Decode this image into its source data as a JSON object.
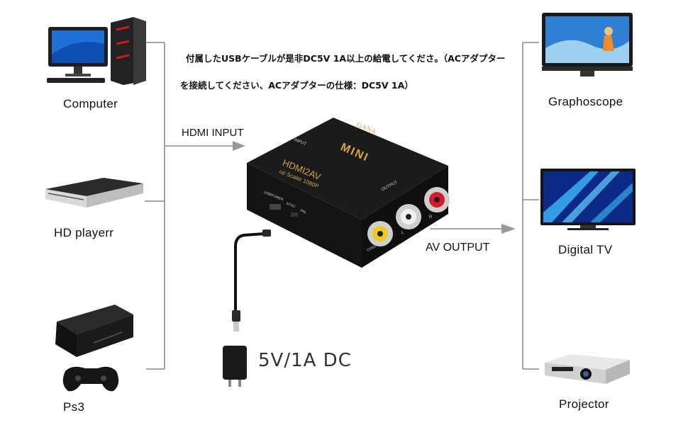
{
  "notes": {
    "line1": "付属したUSBケーブルが是非DC5V 1A以上の給電してくださ。（ACアダプター",
    "line2": "を接続してください、ACアダプターの仕様：DC5V 1A）"
  },
  "inputs": [
    {
      "label": "Computer",
      "icon": "desktop-computer-icon"
    },
    {
      "label": "HD playerr",
      "icon": "dvd-player-icon"
    },
    {
      "label": "Ps3",
      "icon": "game-console-icon"
    }
  ],
  "outputs": [
    {
      "label": "Graphoscope",
      "icon": "tv-icon"
    },
    {
      "label": "Digital  TV",
      "icon": "tv-icon"
    },
    {
      "label": "Projector",
      "icon": "projector-icon"
    }
  ],
  "hdmi_input_label": "HDMI INPUT",
  "av_output_label": "AV OUTPUT",
  "power_label": "5V/1A DC",
  "device": {
    "brand": "GANA",
    "model": "MINI",
    "name": "HDMI2AV",
    "subtitle": "up Scaler 1080P",
    "input_port": "INPUT",
    "output_port": "OUTPUT",
    "usb_power": "USBPOWER",
    "ntsc": "NTSC",
    "pal": "PAL",
    "cvbs": "CVBS",
    "left": "L",
    "right": "R"
  },
  "colors": {
    "bracket": "#8a8a8a",
    "arrow": "#9a9a9a",
    "device_body": "#1b1b1b",
    "gold_text": "#d4a640",
    "rca_yellow": "#f2c81e",
    "rca_red": "#d8192a",
    "screen_blue": "#1e6fd8"
  }
}
